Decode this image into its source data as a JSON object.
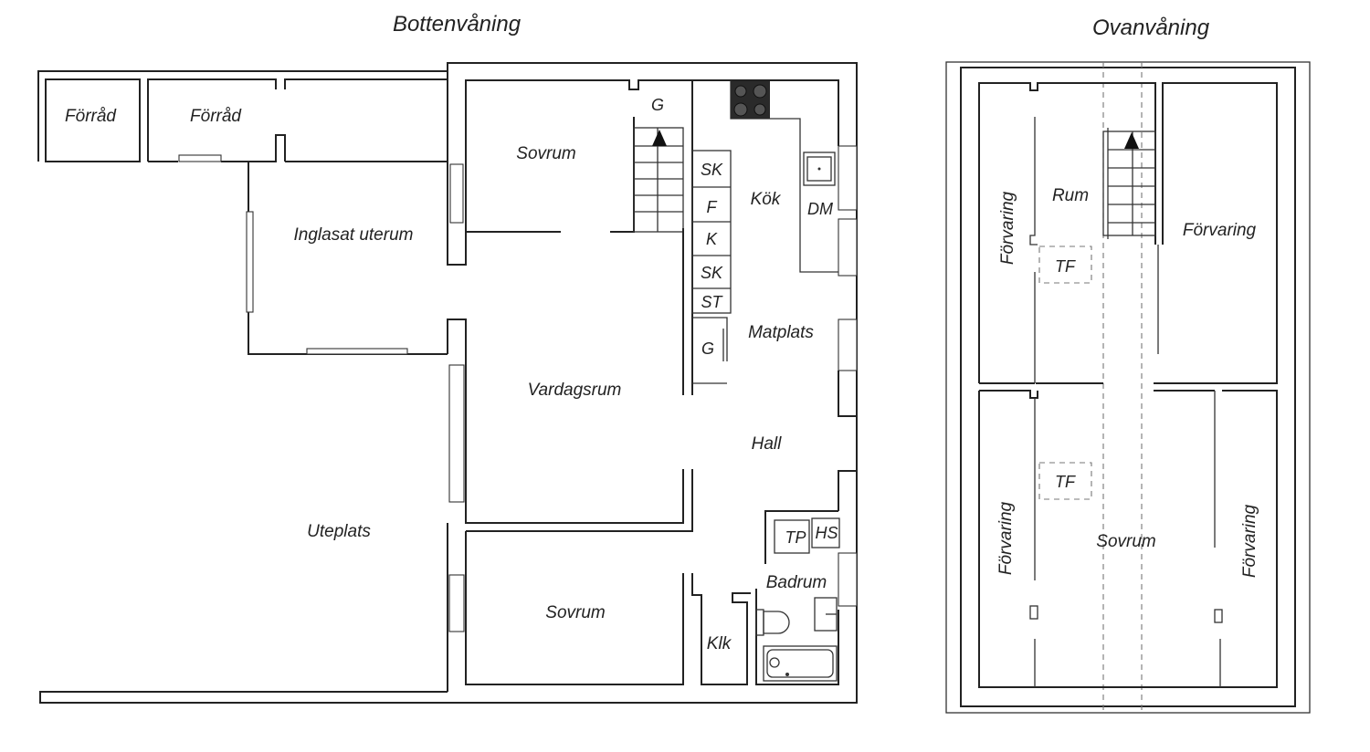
{
  "titles": {
    "ground_floor": "Bottenvåning",
    "upper_floor": "Ovanvåning"
  },
  "ground_floor": {
    "rooms": {
      "storage_1": "Förråd",
      "storage_2": "Förråd",
      "glazed_sunroom": "Inglasat uterum",
      "patio": "Uteplats",
      "bedroom_1": "Sovrum",
      "bedroom_2": "Sovrum",
      "living_room": "Vardagsrum",
      "kitchen": "Kök",
      "dining": "Matplats",
      "hall": "Hall",
      "bathroom": "Badrum",
      "wardrobe": "Klk"
    },
    "fixtures": {
      "closet_stair": "G",
      "closet_hall": "G",
      "kitchen_sk1": "SK",
      "kitchen_f": "F",
      "kitchen_k": "K",
      "kitchen_sk2": "SK",
      "kitchen_st": "ST",
      "dishwasher": "DM",
      "washer": "TP",
      "dryer_cab": "HS"
    }
  },
  "upper_floor": {
    "rooms": {
      "room": "Rum",
      "bedroom": "Sovrum",
      "storage_top_left": "Förvaring",
      "storage_top_right": "Förvaring",
      "storage_bottom_left": "Förvaring",
      "storage_bottom_right": "Förvaring"
    },
    "fixtures": {
      "tf_1": "TF",
      "tf_2": "TF"
    }
  }
}
